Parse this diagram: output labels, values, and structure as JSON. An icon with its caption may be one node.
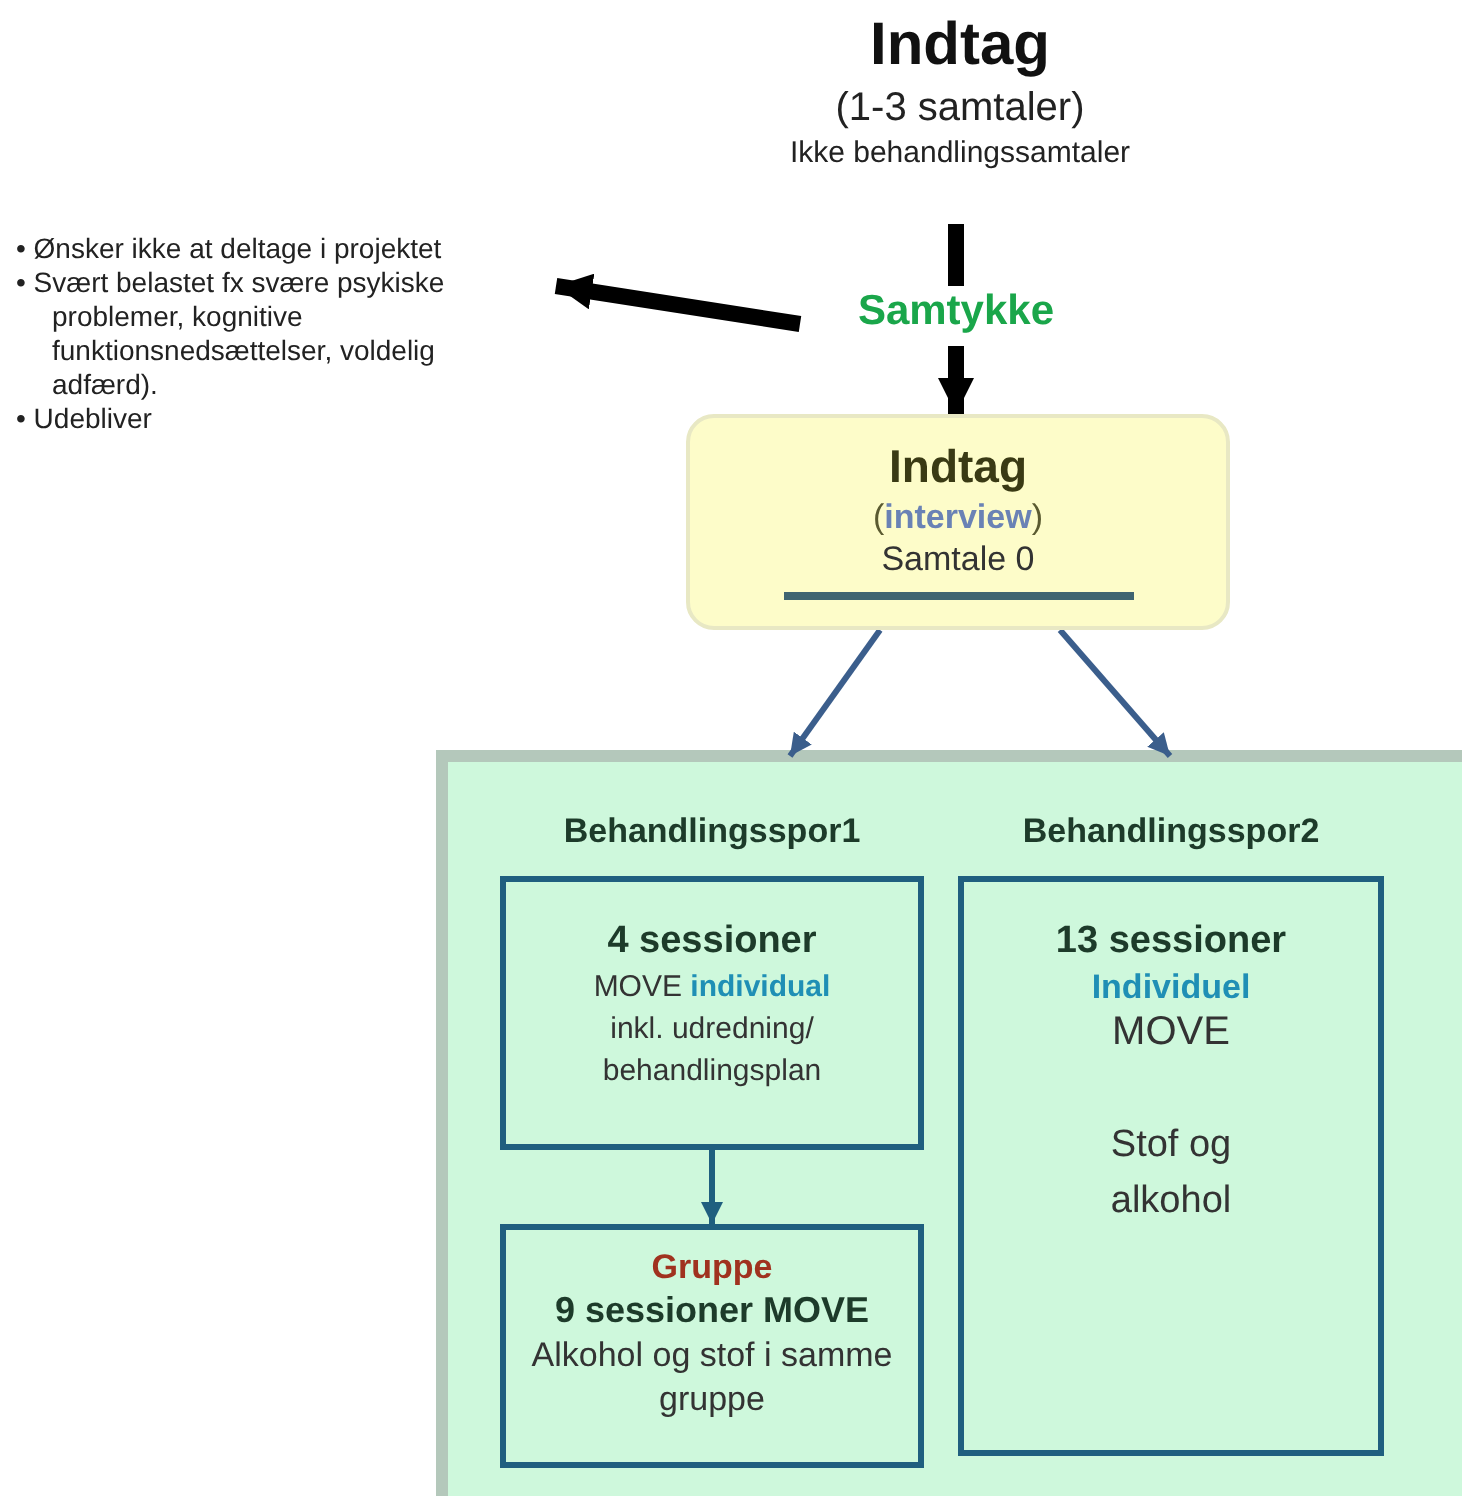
{
  "diagram": {
    "nodes": [
      {
        "text": [
          "Indtag",
          "(1-3 samtaler)",
          "Ikke behandlingssamtaler"
        ]
      },
      {
        "text": [
          "Samtykke"
        ]
      },
      {
        "text": [
          "• Ønsker ikke at deltage i projektet",
          "• Svært belastet fx svære psykiske problemer, kognitive funktionsnedsættelser, voldelig adfærd).",
          "• Udebliver"
        ]
      },
      {
        "text": [
          "Indtag",
          "(**interview**)",
          "Samtale 0"
        ]
      },
      {
        "text": [],
        "shape": "box"
      },
      {
        "text": [
          "Behandlingsspor1",
          "4 sessioner",
          "MOVE **individual** inkl. udredning/ behandlingsplan"
        ],
        "in": 4
      },
      {
        "text": [
          "Gruppe",
          "9 sessioner MOVE",
          "Alkohol og stof i samme gruppe"
        ],
        "in": 4
      },
      {
        "text": [
          "Behandlingsspor2",
          "13 sessioner",
          "Individuel",
          "MOVE",
          "Stof og alkohol"
        ],
        "in": 4
      }
    ],
    "edges": [
      {
        "from": 0,
        "to": 1,
        "arrow": "none",
        "style": "thick",
        "color": "#000000"
      },
      {
        "from": 1,
        "to": 2,
        "arrow": "to",
        "style": "thick",
        "color": "#000000"
      },
      {
        "from": 1,
        "to": 3,
        "arrow": "to",
        "style": "thick",
        "color": "#000000"
      },
      {
        "from": 3,
        "to": 4,
        "arrow": "to",
        "color": "#3b5e8c"
      },
      {
        "from": 3,
        "to": 4,
        "arrow": "to",
        "color": "#3b5e8c"
      },
      {
        "from": 5,
        "to": 6,
        "arrow": "to",
        "color": "#1f5f7f"
      }
    ]
  }
}
